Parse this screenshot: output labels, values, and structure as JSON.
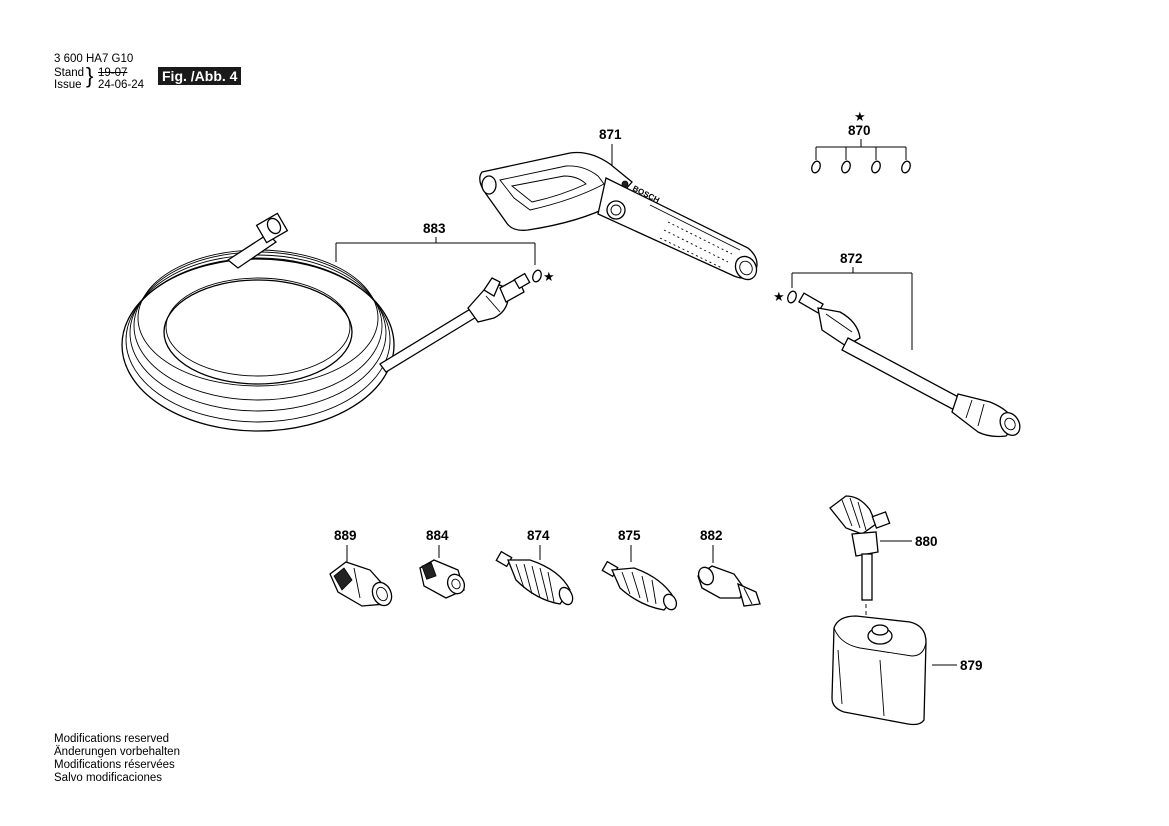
{
  "header": {
    "doc_code": "3 600 HA7 G10",
    "stand_label": "Stand",
    "issue_label": "Issue",
    "date_old": "19-07",
    "date_new": "24-06-24",
    "fig_label": "Fig. /Abb. 4"
  },
  "parts": {
    "p870": "870",
    "p871": "871",
    "p872": "872",
    "p874": "874",
    "p875": "875",
    "p879": "879",
    "p880": "880",
    "p882": "882",
    "p883": "883",
    "p884": "884",
    "p889": "889"
  },
  "symbols": {
    "star": "★"
  },
  "brand_mark": "BOSCH",
  "notes": [
    "Modifications reserved",
    "Änderungen vorbehalten",
    "Modifications réservées",
    "Salvo modificaciones"
  ]
}
